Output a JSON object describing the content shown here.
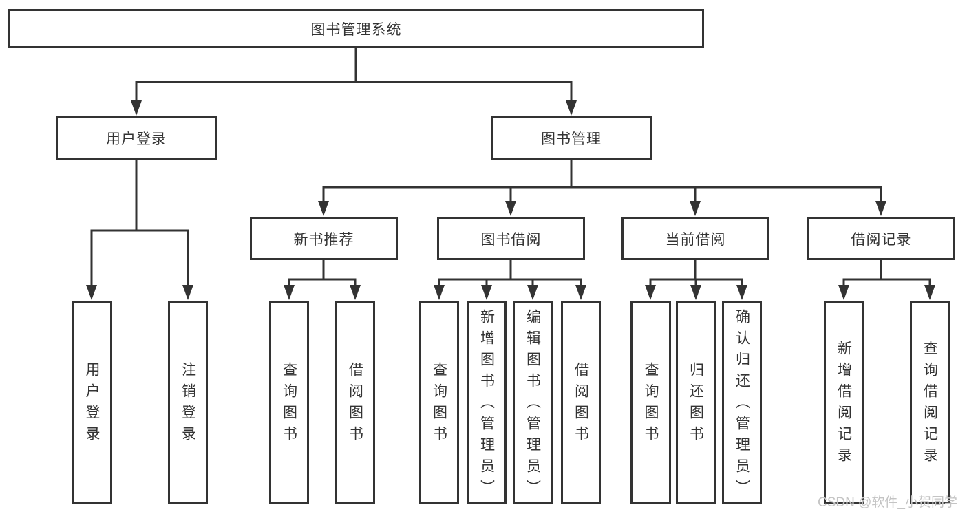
{
  "diagram_title": "图书管理系统",
  "tree": {
    "label": "图书管理系统",
    "children": [
      {
        "label": "用户登录",
        "children": [
          {
            "label": "用户登录"
          },
          {
            "label": "注销登录"
          }
        ]
      },
      {
        "label": "图书管理",
        "children": [
          {
            "label": "新书推荐",
            "children": [
              {
                "label": "查询图书"
              },
              {
                "label": "借阅图书"
              }
            ]
          },
          {
            "label": "图书借阅",
            "children": [
              {
                "label": "查询图书"
              },
              {
                "label": "新增图书（管理员）"
              },
              {
                "label": "编辑图书（管理员）"
              },
              {
                "label": "借阅图书"
              }
            ]
          },
          {
            "label": "当前借阅",
            "children": [
              {
                "label": "查询图书"
              },
              {
                "label": "归还图书"
              },
              {
                "label": "确认归还（管理员）"
              }
            ]
          },
          {
            "label": "借阅记录",
            "children": [
              {
                "label": "新增借阅记录"
              },
              {
                "label": "查询借阅记录"
              }
            ]
          }
        ]
      }
    ]
  },
  "watermark": {
    "text": "CSDN @软件_小贺同学",
    "color": "#c4c4c4"
  },
  "colors": {
    "line": "#333333",
    "box_border": "#333333",
    "box_background": "#ffffff",
    "text": "#333333",
    "page_background": "#ffffff"
  }
}
